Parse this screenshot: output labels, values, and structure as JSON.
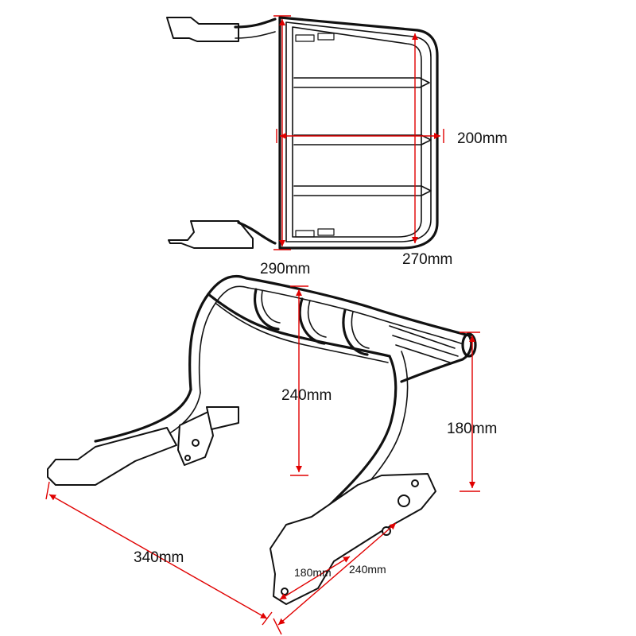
{
  "dimensions": {
    "top_view": {
      "length_290": "290mm",
      "height_200": "200mm",
      "length_270": "270mm"
    },
    "perspective_view": {
      "height_240": "240mm",
      "height_180": "180mm",
      "width_340": "340mm",
      "small_180": "180mm",
      "small_240": "240mm"
    }
  },
  "colors": {
    "dimension_line": "#e00000",
    "outline": "#111111",
    "background": "#ffffff"
  }
}
